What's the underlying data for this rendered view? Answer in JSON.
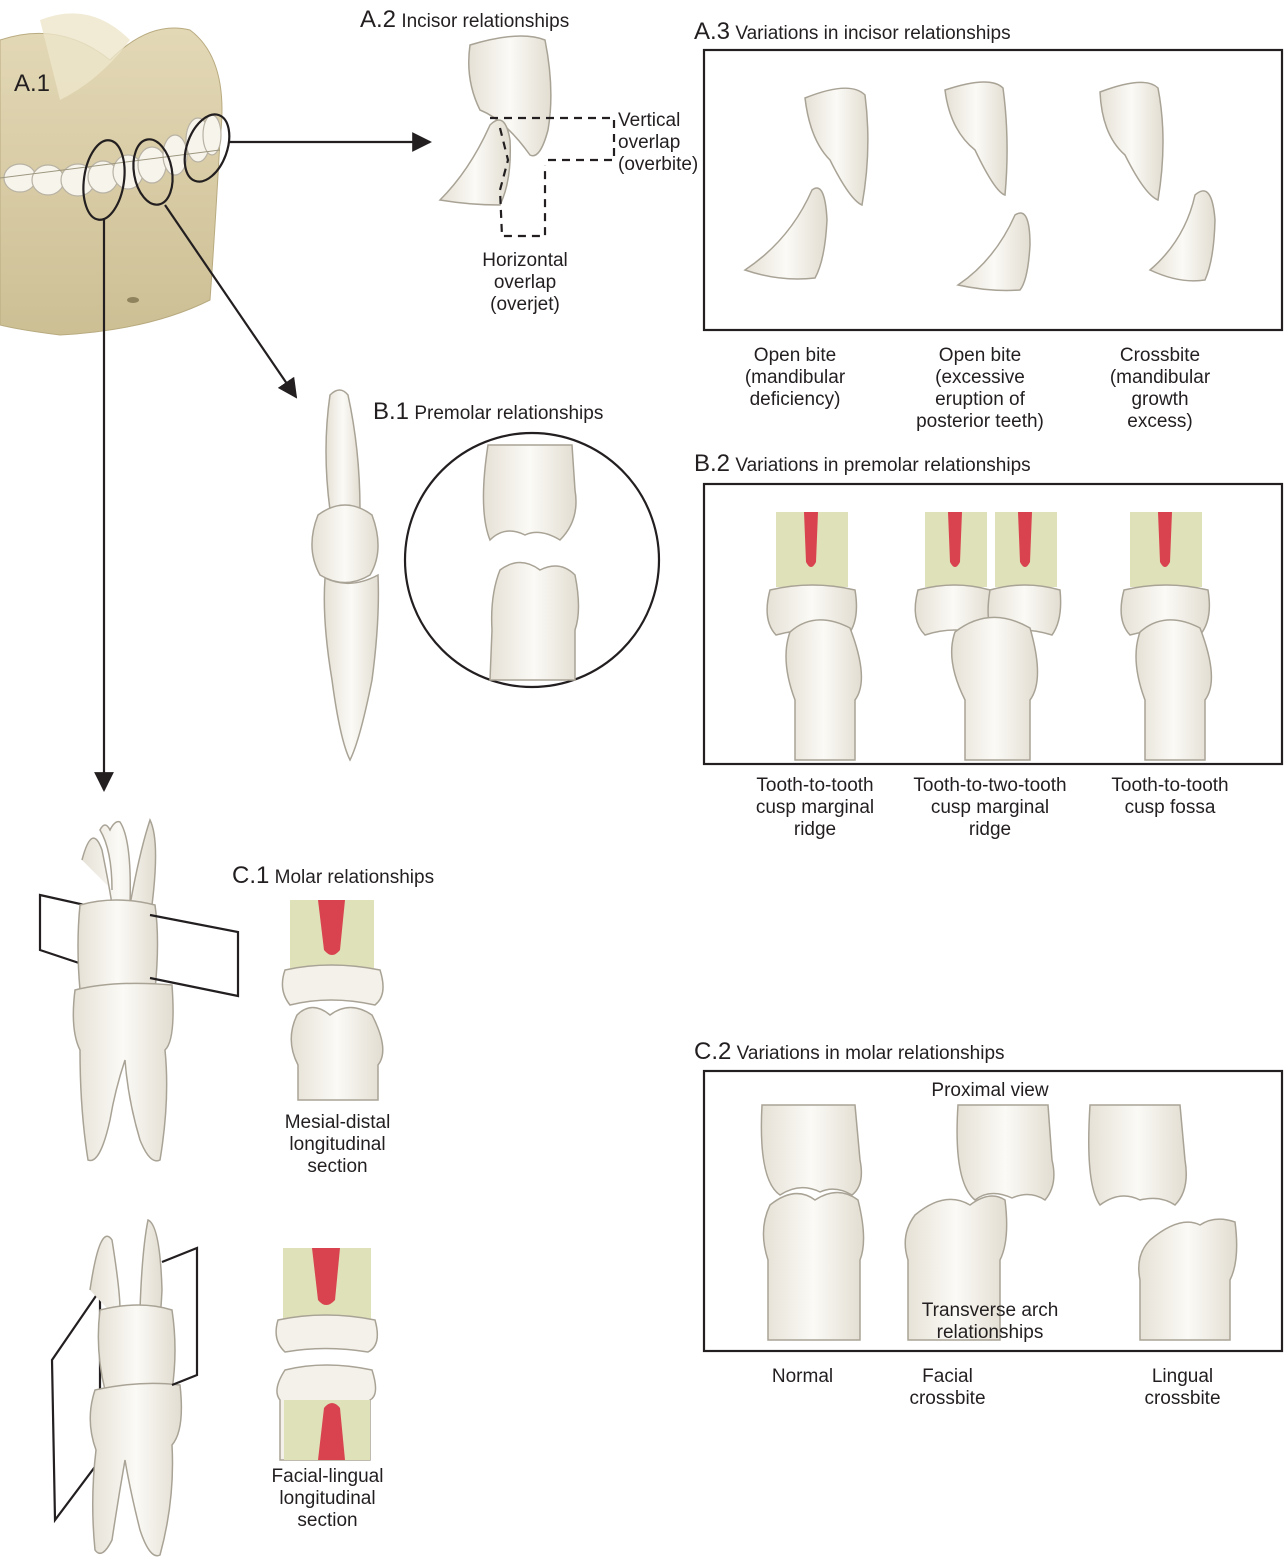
{
  "panels": {
    "a1": {
      "code": "A.1"
    },
    "a2": {
      "code": "A.2",
      "title": "Incisor relationships",
      "vertical": [
        "Vertical",
        "overlap",
        "(overbite)"
      ],
      "horizontal": [
        "Horizontal",
        "overlap",
        "(overjet)"
      ]
    },
    "a3": {
      "code": "A.3",
      "title": "Variations in incisor relationships",
      "captions": [
        [
          "Open bite",
          "(mandibular",
          "deficiency)"
        ],
        [
          "Open bite",
          "(excessive",
          "eruption of",
          "posterior teeth)"
        ],
        [
          "Crossbite",
          "(mandibular",
          "growth",
          "excess)"
        ]
      ]
    },
    "b1": {
      "code": "B.1",
      "title": "Premolar relationships"
    },
    "b2": {
      "code": "B.2",
      "title": "Variations in premolar relationships",
      "captions": [
        [
          "Tooth-to-tooth",
          "cusp marginal",
          "ridge"
        ],
        [
          "Tooth-to-two-tooth",
          "cusp marginal",
          "ridge"
        ],
        [
          "Tooth-to-tooth",
          "cusp fossa"
        ]
      ]
    },
    "c1": {
      "code": "C.1",
      "title": "Molar relationships",
      "section1": [
        "Mesial-distal",
        "longitudinal",
        "section"
      ],
      "section2": [
        "Facial-lingual",
        "longitudinal",
        "section"
      ]
    },
    "c2": {
      "code": "C.2",
      "title": "Variations in molar relationships",
      "top_label": "Proximal view",
      "bottom_label": [
        "Transverse arch",
        "relationships"
      ],
      "captions": [
        [
          "Normal"
        ],
        [
          "Facial",
          "crossbite"
        ],
        [
          "Lingual",
          "crossbite"
        ]
      ]
    }
  },
  "colors": {
    "tooth": "#f4f1ea",
    "pulp": "#d9434f",
    "dentin": "#dfe1b9",
    "bone": "#d8cba3",
    "line": "#231f20"
  }
}
